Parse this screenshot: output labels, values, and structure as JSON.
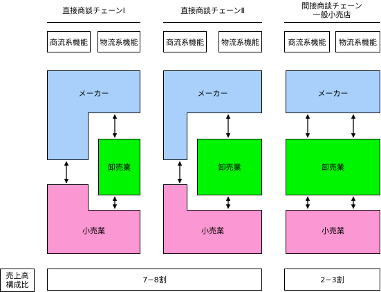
{
  "columns": [
    {
      "title": "直接商談チェーンⅠ",
      "title_line2": "",
      "functions": [
        "商流系機能",
        "物流系機能"
      ]
    },
    {
      "title": "直接商談チェーンⅡ",
      "title_line2": "",
      "functions": [
        "商流系機能",
        "物流系機能"
      ]
    },
    {
      "title": "間接商談チェーン",
      "title_line2": "一般小売店",
      "functions": [
        "商流系機能",
        "物流系機能"
      ]
    }
  ],
  "labels": {
    "maker": "メーカー",
    "wholesale": "卸売業",
    "retail": "小売業"
  },
  "colors": {
    "maker": "#a8d0fb",
    "wholesale": "#00f500",
    "retail": "#fb97d2"
  },
  "sales": {
    "label_line1": "売上高",
    "label_line2": "構成比",
    "direct_share": "7−8割",
    "indirect_share": "2−3割"
  }
}
